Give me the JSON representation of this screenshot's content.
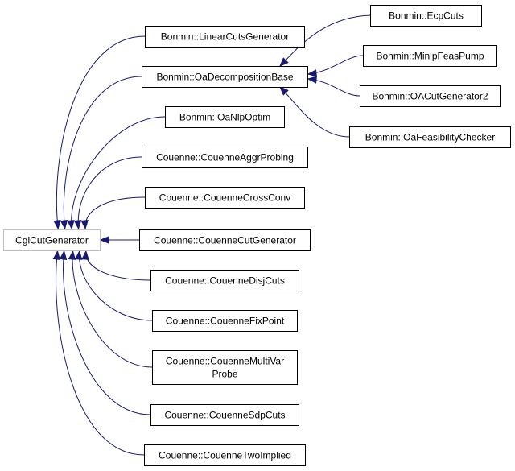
{
  "diagram": {
    "root": "CglCutGenerator",
    "nodes": [
      {
        "id": "cgl",
        "label": [
          "CglCutGenerator"
        ]
      },
      {
        "id": "lcg",
        "label": [
          "Bonmin::LinearCutsGenerator"
        ]
      },
      {
        "id": "oadb",
        "label": [
          "Bonmin::OaDecompositionBase"
        ]
      },
      {
        "id": "oanlp",
        "label": [
          "Bonmin::OaNlpOptim"
        ]
      },
      {
        "id": "aggr",
        "label": [
          "Couenne::CouenneAggrProbing"
        ]
      },
      {
        "id": "cross",
        "label": [
          "Couenne::CouenneCrossConv"
        ]
      },
      {
        "id": "cutgen",
        "label": [
          "Couenne::CouenneCutGenerator"
        ]
      },
      {
        "id": "disj",
        "label": [
          "Couenne::CouenneDisjCuts"
        ]
      },
      {
        "id": "fix",
        "label": [
          "Couenne::CouenneFixPoint"
        ]
      },
      {
        "id": "multi",
        "label": [
          "Couenne::CouenneMultiVar",
          "Probe"
        ]
      },
      {
        "id": "sdp",
        "label": [
          "Couenne::CouenneSdpCuts"
        ]
      },
      {
        "id": "two",
        "label": [
          "Couenne::CouenneTwoImplied"
        ]
      },
      {
        "id": "ecp",
        "label": [
          "Bonmin::EcpCuts"
        ]
      },
      {
        "id": "feas",
        "label": [
          "Bonmin::MinlpFeasPump"
        ]
      },
      {
        "id": "oacg2",
        "label": [
          "Bonmin::OACutGenerator2"
        ]
      },
      {
        "id": "oafc",
        "label": [
          "Bonmin::OaFeasibilityChecker"
        ]
      }
    ],
    "edges": [
      {
        "from": "lcg",
        "to": "cgl"
      },
      {
        "from": "oadb",
        "to": "cgl"
      },
      {
        "from": "oanlp",
        "to": "cgl"
      },
      {
        "from": "aggr",
        "to": "cgl"
      },
      {
        "from": "cross",
        "to": "cgl"
      },
      {
        "from": "cutgen",
        "to": "cgl"
      },
      {
        "from": "disj",
        "to": "cgl"
      },
      {
        "from": "fix",
        "to": "cgl"
      },
      {
        "from": "multi",
        "to": "cgl"
      },
      {
        "from": "sdp",
        "to": "cgl"
      },
      {
        "from": "two",
        "to": "cgl"
      },
      {
        "from": "ecp",
        "to": "oadb"
      },
      {
        "from": "feas",
        "to": "oadb"
      },
      {
        "from": "oacg2",
        "to": "oadb"
      },
      {
        "from": "oafc",
        "to": "oadb"
      }
    ],
    "colors": {
      "edge": "#191970",
      "box": "#000000",
      "root_box": "#bfbfbf",
      "background": "#ffffff"
    }
  }
}
